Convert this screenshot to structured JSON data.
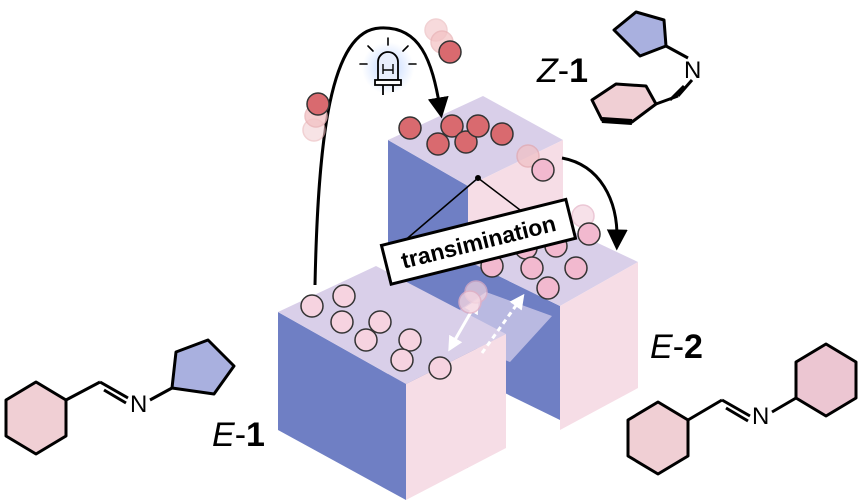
{
  "labels": {
    "e1": {
      "prefix": "E",
      "dash": "-",
      "num": "1"
    },
    "z1": {
      "prefix": "Z",
      "dash": "-",
      "num": "1"
    },
    "e2": {
      "prefix": "E",
      "dash": "-",
      "num": "2"
    },
    "transimination": "transimination",
    "atom_n": "N"
  },
  "colors": {
    "block_blue": "#6f7fc4",
    "block_pink": "#f6dde6",
    "block_top": "#d9cfe9",
    "molecule_red": "#d96a6f",
    "molecule_pink": "#f2b9cf",
    "cyclohexyl_fill": "#f0cfd4",
    "cyclopentyl_fill": "#a9b0df",
    "e2_ring_fill": "#ecc6d2"
  },
  "icons": [
    "led-light-icon"
  ]
}
